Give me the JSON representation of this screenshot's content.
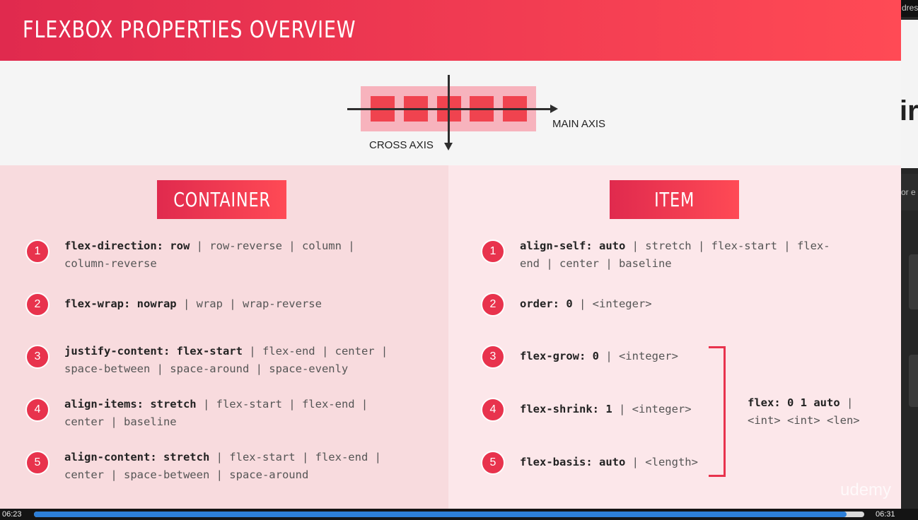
{
  "slide": {
    "title": "FLEXBOX PROPERTIES OVERVIEW",
    "diagram": {
      "main_axis_label": "MAIN AXIS",
      "cross_axis_label": "CROSS AXIS"
    },
    "container": {
      "heading": "CONTAINER",
      "properties": [
        {
          "number": "1",
          "name_default": "flex-direction: row",
          "rest": " | row-reverse | column | column-reverse"
        },
        {
          "number": "2",
          "name_default": "flex-wrap: nowrap",
          "rest": " | wrap | wrap-reverse"
        },
        {
          "number": "3",
          "name_default": "justify-content: flex-start",
          "rest": " | flex-end | center | space-between | space-around | space-evenly"
        },
        {
          "number": "4",
          "name_default": "align-items: stretch",
          "rest": " | flex-start | flex-end | center | baseline"
        },
        {
          "number": "5",
          "name_default": "align-content: stretch",
          "rest": " | flex-start | flex-end | center | space-between | space-around"
        }
      ]
    },
    "item": {
      "heading": "ITEM",
      "properties": [
        {
          "number": "1",
          "name_default": "align-self: auto",
          "rest": " | stretch | flex-start | flex-end | center | baseline"
        },
        {
          "number": "2",
          "name_default": "order: 0",
          "rest": " | <integer>"
        },
        {
          "number": "3",
          "name_default": "flex-grow: 0",
          "rest": " | <integer>"
        },
        {
          "number": "4",
          "name_default": "flex-shrink: 1",
          "rest": " | <integer>"
        },
        {
          "number": "5",
          "name_default": "flex-basis: auto",
          "rest": " | <length>"
        }
      ],
      "shorthand": {
        "name_default": "flex: 0 1 auto",
        "rest": " | <int> <int> <len>"
      }
    },
    "watermark": "udemy"
  },
  "side_panel": {
    "top_text": "dres",
    "glyph_text": "ir",
    "input_text": "or e"
  },
  "player": {
    "current_time": "06:23",
    "total_time": "06:31",
    "progress_fraction": 0.979
  },
  "colors": {
    "accent": "#e8334d",
    "header_gradient_start": "#e02a4e",
    "header_gradient_end": "#ff4a55",
    "progress": "#2d7fd8"
  }
}
